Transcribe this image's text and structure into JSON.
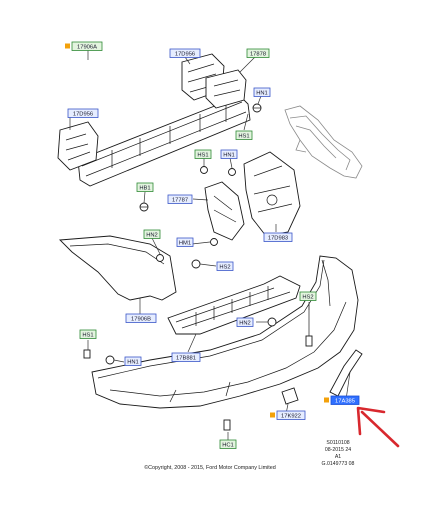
{
  "diagram": {
    "callouts": [
      {
        "id": "c-17906A",
        "text": "17906A",
        "style": "green",
        "marker": true
      },
      {
        "id": "c-17D956-top",
        "text": "17D956",
        "style": "blue"
      },
      {
        "id": "c-17878",
        "text": "17878",
        "style": "green"
      },
      {
        "id": "c-17D956-left",
        "text": "17D956",
        "style": "blue"
      },
      {
        "id": "c-HN1-top",
        "text": "HN1",
        "style": "blue"
      },
      {
        "id": "c-HS1-top",
        "text": "HS1",
        "style": "green"
      },
      {
        "id": "c-HS1-mid",
        "text": "HS1",
        "style": "green"
      },
      {
        "id": "c-HN1-mid",
        "text": "HN1",
        "style": "blue"
      },
      {
        "id": "c-HB1",
        "text": "HB1",
        "style": "green"
      },
      {
        "id": "c-17787",
        "text": "17787",
        "style": "blue"
      },
      {
        "id": "c-17D983",
        "text": "17D983",
        "style": "blue"
      },
      {
        "id": "c-HN2-left",
        "text": "HN2",
        "style": "green"
      },
      {
        "id": "c-HM1",
        "text": "HM1",
        "style": "blue"
      },
      {
        "id": "c-HS2-mid",
        "text": "HS2",
        "style": "blue"
      },
      {
        "id": "c-17906B",
        "text": "17906B",
        "style": "blue"
      },
      {
        "id": "c-HS2-right",
        "text": "HS2",
        "style": "green"
      },
      {
        "id": "c-HN2-center",
        "text": "HN2",
        "style": "blue"
      },
      {
        "id": "c-17B881",
        "text": "17B881",
        "style": "blue"
      },
      {
        "id": "c-HS1-low",
        "text": "HS1",
        "style": "green"
      },
      {
        "id": "c-HN1-low",
        "text": "HN1",
        "style": "blue"
      },
      {
        "id": "c-17K922",
        "text": "17K922",
        "style": "blue",
        "marker": true
      },
      {
        "id": "c-selected",
        "text": "17A385",
        "style": "selected",
        "marker": true
      },
      {
        "id": "c-HC1",
        "text": "HC1",
        "style": "green"
      }
    ],
    "reference_lines": [
      "S0110108",
      "08-2015 24",
      "A1",
      "G.0149773 08"
    ],
    "copyright": "©Copyright, 2008 - 2015, Ford Motor Company Limited",
    "colors": {
      "green_bg": "#e3f4df",
      "green_border": "#2f8a35",
      "blue_bg": "#e6edff",
      "blue_border": "#3a56c8",
      "selected_bg": "#2f6fff",
      "marker": "#f3a10b",
      "arrow": "#d8282e",
      "callout_text": "#1a1a2e"
    }
  }
}
